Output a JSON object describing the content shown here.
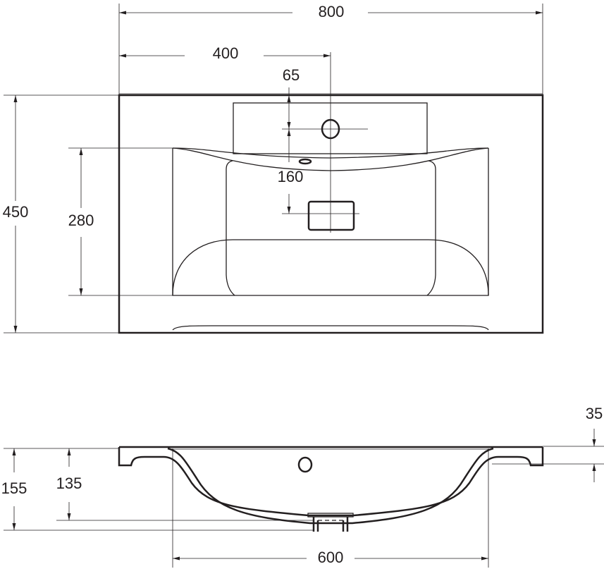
{
  "drawing": {
    "top_view": {
      "width_overall": "800",
      "width_to_center": "400",
      "faucet_offset": "65",
      "drain_offset": "160",
      "depth_overall": "450",
      "basin_depth": "280"
    },
    "side_view": {
      "rim_thickness": "35",
      "total_height": "155",
      "basin_height": "135",
      "basin_width": "600"
    },
    "line_color": "#231f20"
  }
}
